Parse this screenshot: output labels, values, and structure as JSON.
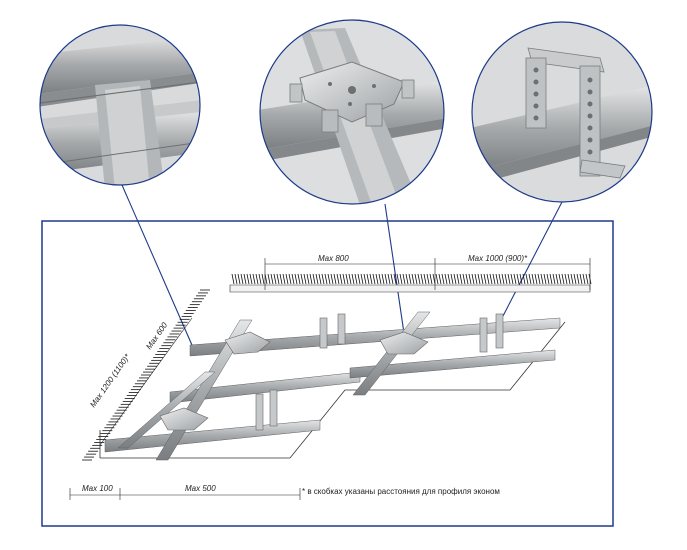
{
  "figure": {
    "colors": {
      "frame": "#1e3a8a",
      "callout_line": "#1e3a8a",
      "metal": "#a9acae",
      "metal_light": "#d6d8d9",
      "metal_dark": "#6d7073",
      "hatch": "#111111"
    },
    "details": [
      {
        "name": "profile-joint-detail",
        "icon": "cd-profile-joint"
      },
      {
        "name": "cross-connector-detail",
        "icon": "crab-connector"
      },
      {
        "name": "direct-hanger-detail",
        "icon": "direct-suspension-bracket"
      }
    ],
    "dimensions": {
      "top_left": "Max 800",
      "top_right": "Max 1000 (900)*",
      "left_short": "Max 600",
      "left_long": "Max 1200 (1100)*",
      "bottom_left": "Max 100",
      "bottom_right": "Max 500"
    },
    "footnote": "* в скобках указаны расстояния для профиля эконом"
  }
}
